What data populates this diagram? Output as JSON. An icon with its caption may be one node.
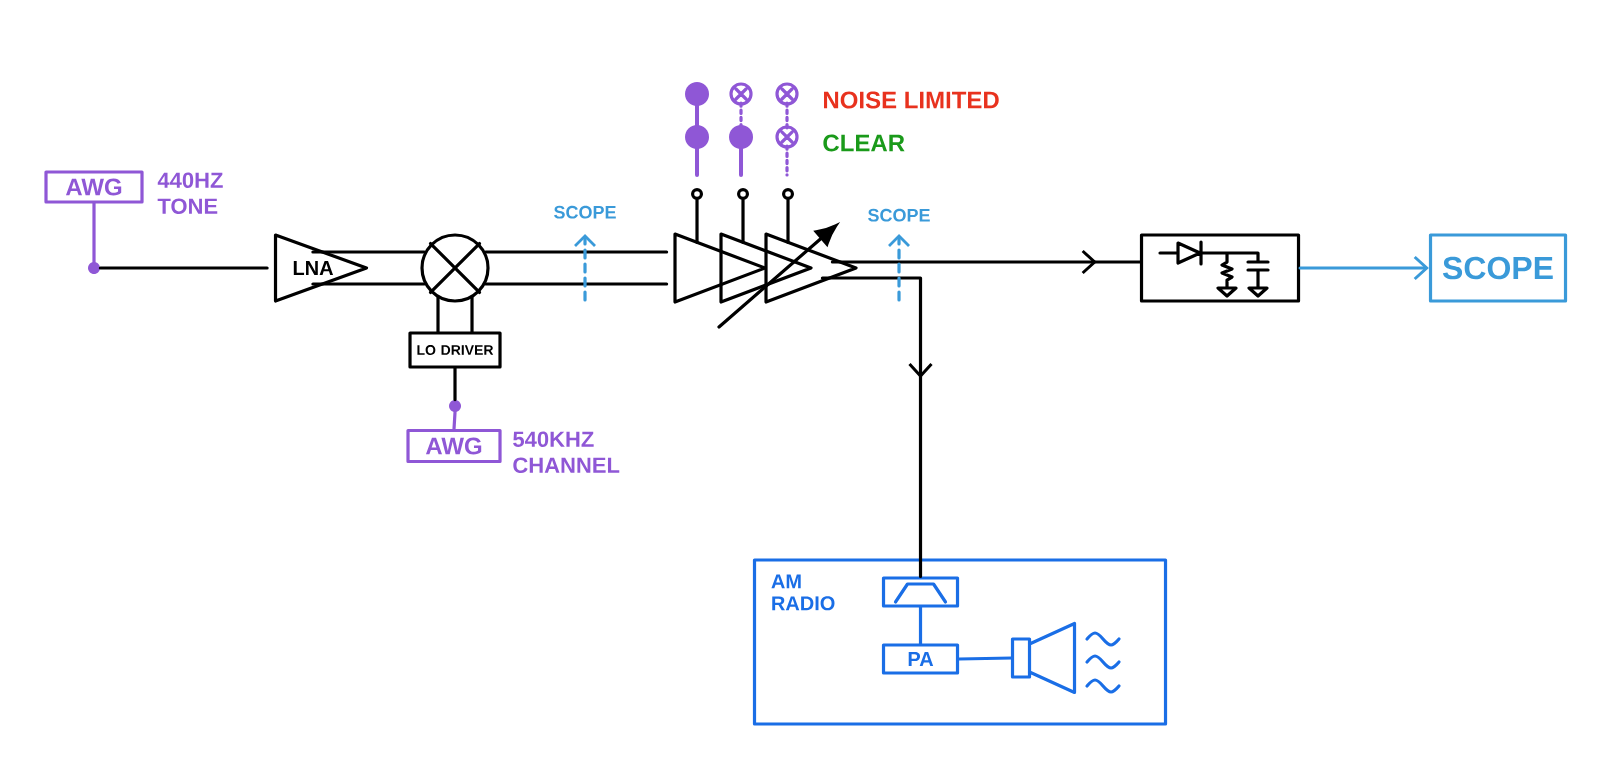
{
  "diagram": {
    "nodes": [
      {
        "text": [
          "AWG"
        ],
        "beside": [
          "440HZ TONE"
        ]
      },
      {
        "text": [],
        "shape": "circle"
      },
      {
        "text": [
          "LNA"
        ]
      },
      {
        "text": [],
        "shape": "circle"
      },
      {
        "text": [
          "LO DRIVER"
        ]
      },
      {
        "text": [],
        "shape": "circle"
      },
      {
        "text": [
          "AWG"
        ],
        "beside": [
          "540KHZ CHANNEL"
        ]
      },
      {
        "text": [],
        "shape": "triangle"
      },
      {
        "text": [],
        "shape": "triangle"
      },
      {
        "text": [],
        "shape": "triangle"
      },
      {
        "text": [],
        "shape": "box"
      },
      {
        "text": [
          "SCOPE"
        ]
      },
      {
        "text": [
          "AM RADIO"
        ]
      },
      {
        "text": [],
        "shape": "box",
        "in": 12
      },
      {
        "text": [
          "PA"
        ],
        "in": 12
      },
      {
        "text": [],
        "shape": "speaker",
        "in": 12
      }
    ],
    "edges": [
      {
        "from": 0,
        "to": 1,
        "arrow": "none",
        "color": "#8f57d6"
      },
      {
        "from": 1,
        "to": 2,
        "arrow": "none"
      },
      {
        "from": 2,
        "to": 3,
        "arrow": "none"
      },
      {
        "from": 2,
        "to": 3,
        "arrow": "none"
      },
      {
        "from": 3,
        "to": 4,
        "arrow": "none"
      },
      {
        "from": 3,
        "to": 4,
        "arrow": "none"
      },
      {
        "from": 4,
        "to": 5,
        "arrow": "none"
      },
      {
        "from": 5,
        "to": 6,
        "arrow": "none",
        "color": "#8f57d6"
      },
      {
        "from": 3,
        "to": 7,
        "arrow": "none"
      },
      {
        "from": 3,
        "to": 7,
        "arrow": "none"
      },
      {
        "from": 9,
        "to": 10,
        "arrow": "to"
      },
      {
        "from": 9,
        "to": 13,
        "arrow": "to"
      },
      {
        "from": 10,
        "to": 11,
        "arrow": "to",
        "color": "#3a9ad9"
      },
      {
        "from": 13,
        "to": 14,
        "arrow": "none",
        "color": "#1a6ee6"
      },
      {
        "from": 14,
        "to": 15,
        "arrow": "none",
        "color": "#1a6ee6"
      }
    ],
    "labels": [
      "SCOPE",
      "SCOPE",
      "NOISE LIMITED",
      "CLEAR"
    ]
  }
}
